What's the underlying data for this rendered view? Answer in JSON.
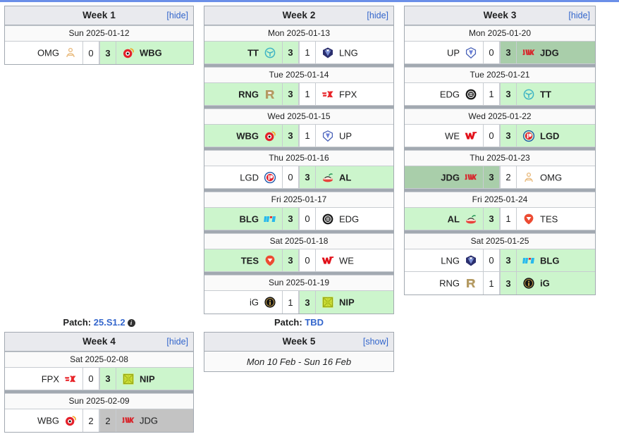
{
  "page": {
    "accent_blue": "#3366cc",
    "win_color": "#ccf5cc",
    "highlight_color": "#a9ceaa",
    "draw_highlight_color": "#c3c3c3"
  },
  "labels": {
    "hide": "[hide]",
    "show": "[show]",
    "patch_prefix": "Patch:"
  },
  "patches": [
    {
      "name": "patch-week4",
      "prefix": "Patch:",
      "value": "25.S1.2",
      "has_info_icon": true
    },
    {
      "name": "patch-week5",
      "prefix": "Patch:",
      "value": "TBD",
      "has_info_icon": false
    }
  ],
  "weeks": [
    {
      "title": "Week 1",
      "toggle": "[hide]",
      "collapsed": false,
      "days": [
        {
          "date": "Sun 2025-01-12",
          "matches": [
            {
              "left": "OMG",
              "left_logo": "omg-icon",
              "left_score": "0",
              "right_score": "3",
              "right": "WBG",
              "right_logo": "wbg-icon",
              "winner": "right",
              "highlight": "none"
            }
          ]
        }
      ]
    },
    {
      "title": "Week 2",
      "toggle": "[hide]",
      "collapsed": false,
      "days": [
        {
          "date": "Mon 2025-01-13",
          "matches": [
            {
              "left": "TT",
              "left_logo": "tt-icon",
              "left_score": "3",
              "right_score": "1",
              "right": "LNG",
              "right_logo": "lng-icon",
              "winner": "left",
              "highlight": "none"
            }
          ]
        },
        {
          "date": "Tue 2025-01-14",
          "matches": [
            {
              "left": "RNG",
              "left_logo": "rng-icon",
              "left_score": "3",
              "right_score": "1",
              "right": "FPX",
              "right_logo": "fpx-icon",
              "winner": "left",
              "highlight": "none"
            }
          ]
        },
        {
          "date": "Wed 2025-01-15",
          "matches": [
            {
              "left": "WBG",
              "left_logo": "wbg-icon",
              "left_score": "3",
              "right_score": "1",
              "right": "UP",
              "right_logo": "up-icon",
              "winner": "left",
              "highlight": "none"
            }
          ]
        },
        {
          "date": "Thu 2025-01-16",
          "matches": [
            {
              "left": "LGD",
              "left_logo": "lgd-icon",
              "left_score": "0",
              "right_score": "3",
              "right": "AL",
              "right_logo": "al-icon",
              "winner": "right",
              "highlight": "none"
            }
          ]
        },
        {
          "date": "Fri 2025-01-17",
          "matches": [
            {
              "left": "BLG",
              "left_logo": "blg-icon",
              "left_score": "3",
              "right_score": "0",
              "right": "EDG",
              "right_logo": "edg-icon",
              "winner": "left",
              "highlight": "none"
            }
          ]
        },
        {
          "date": "Sat 2025-01-18",
          "matches": [
            {
              "left": "TES",
              "left_logo": "tes-icon",
              "left_score": "3",
              "right_score": "0",
              "right": "WE",
              "right_logo": "we-icon",
              "winner": "left",
              "highlight": "none"
            }
          ]
        },
        {
          "date": "Sun 2025-01-19",
          "matches": [
            {
              "left": "iG",
              "left_logo": "ig-icon",
              "left_score": "1",
              "right_score": "3",
              "right": "NIP",
              "right_logo": "nip-icon",
              "winner": "right",
              "highlight": "none"
            }
          ]
        }
      ]
    },
    {
      "title": "Week 3",
      "toggle": "[hide]",
      "collapsed": false,
      "days": [
        {
          "date": "Mon 2025-01-20",
          "matches": [
            {
              "left": "UP",
              "left_logo": "up-icon",
              "left_score": "0",
              "right_score": "3",
              "right": "JDG",
              "right_logo": "jdg-icon",
              "winner": "right",
              "highlight": "right"
            }
          ]
        },
        {
          "date": "Tue 2025-01-21",
          "matches": [
            {
              "left": "EDG",
              "left_logo": "edg-icon",
              "left_score": "1",
              "right_score": "3",
              "right": "TT",
              "right_logo": "tt-icon",
              "winner": "right",
              "highlight": "none"
            }
          ]
        },
        {
          "date": "Wed 2025-01-22",
          "matches": [
            {
              "left": "WE",
              "left_logo": "we-icon",
              "left_score": "0",
              "right_score": "3",
              "right": "LGD",
              "right_logo": "lgd-icon",
              "winner": "right",
              "highlight": "none"
            }
          ]
        },
        {
          "date": "Thu 2025-01-23",
          "matches": [
            {
              "left": "JDG",
              "left_logo": "jdg-icon",
              "left_score": "3",
              "right_score": "2",
              "right": "OMG",
              "right_logo": "omg-icon",
              "winner": "left",
              "highlight": "left"
            }
          ]
        },
        {
          "date": "Fri 2025-01-24",
          "matches": [
            {
              "left": "AL",
              "left_logo": "al-icon",
              "left_score": "3",
              "right_score": "1",
              "right": "TES",
              "right_logo": "tes-icon",
              "winner": "left",
              "highlight": "none"
            }
          ]
        },
        {
          "date": "Sat 2025-01-25",
          "matches": [
            {
              "left": "LNG",
              "left_logo": "lng-icon",
              "left_score": "0",
              "right_score": "3",
              "right": "BLG",
              "right_logo": "blg-icon",
              "winner": "right",
              "highlight": "none"
            },
            {
              "left": "RNG",
              "left_logo": "rng-icon",
              "left_score": "1",
              "right_score": "3",
              "right": "iG",
              "right_logo": "ig-icon",
              "winner": "right",
              "highlight": "none"
            }
          ]
        }
      ]
    },
    {
      "title": "Week 4",
      "toggle": "[hide]",
      "collapsed": false,
      "days": [
        {
          "date": "Sat 2025-02-08",
          "matches": [
            {
              "left": "FPX",
              "left_logo": "fpx-icon",
              "left_score": "0",
              "right_score": "3",
              "right": "NIP",
              "right_logo": "nip-icon",
              "winner": "right",
              "highlight": "none"
            }
          ]
        },
        {
          "date": "Sun 2025-02-09",
          "matches": [
            {
              "left": "WBG",
              "left_logo": "wbg-icon",
              "left_score": "2",
              "right_score": "2",
              "right": "JDG",
              "right_logo": "jdg-icon",
              "winner": "none",
              "highlight": "right"
            }
          ]
        }
      ]
    },
    {
      "title": "Week 5",
      "toggle": "[show]",
      "collapsed": true,
      "tbd_text": "Mon 10 Feb - Sun 16 Feb",
      "days": []
    }
  ]
}
